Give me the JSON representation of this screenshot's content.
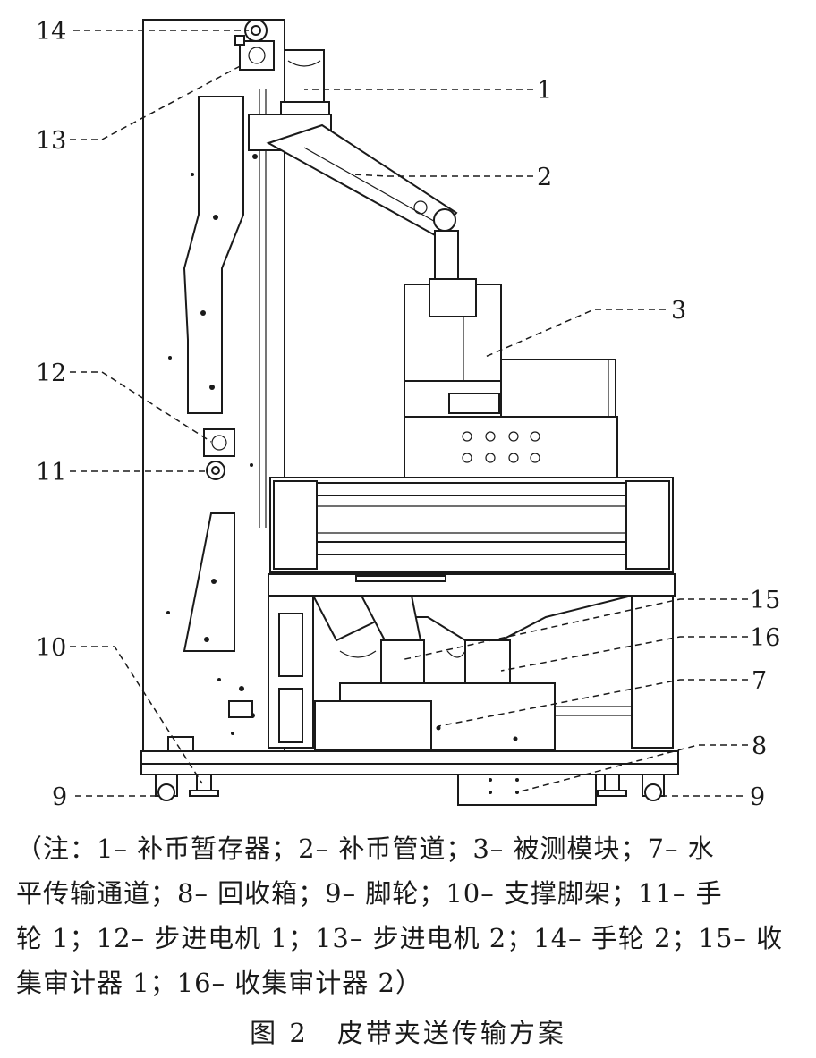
{
  "callouts": {
    "c1": "1",
    "c2": "2",
    "c3": "3",
    "c7": "7",
    "c8": "8",
    "c9_left": "9",
    "c9_right": "9",
    "c10": "10",
    "c11": "11",
    "c12": "12",
    "c13": "13",
    "c14": "14",
    "c15": "15",
    "c16": "16"
  },
  "caption": {
    "line1": "（注：1– 补币暂存器；2– 补币管道；3– 被测模块；7– 水",
    "line2": "平传输通道；8– 回收箱；9– 脚轮；10– 支撑脚架；11– 手",
    "line3": "轮 1；12– 步进电机 1；13– 步进电机 2；14– 手轮 2；15– 收",
    "line4": "集审计器 1；16– 收集审计器 2）"
  },
  "figure_title": "图 2　皮带夹送传输方案"
}
